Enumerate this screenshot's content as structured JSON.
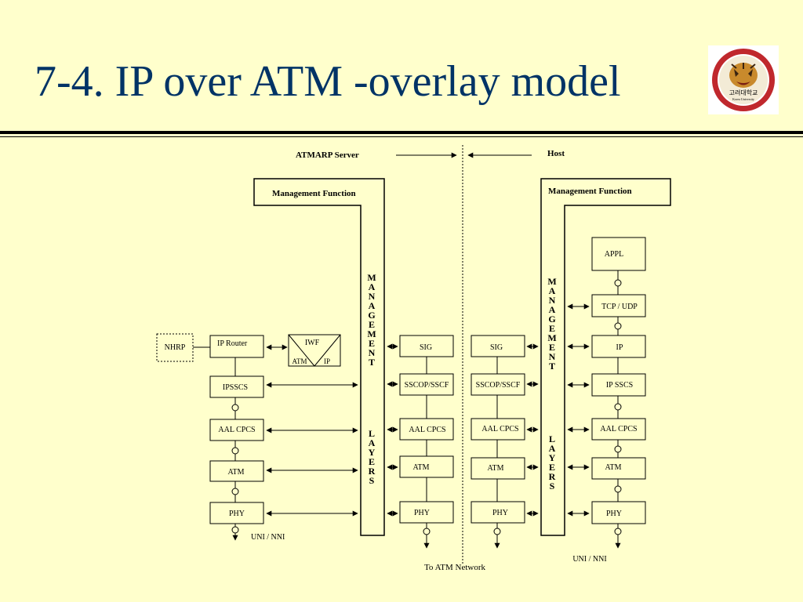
{
  "slide": {
    "title": "7-4. IP over ATM -overlay model"
  },
  "logo": {
    "name": "Korea University emblem",
    "text": "고려대학교",
    "subtext": "Korea University"
  },
  "diagram": {
    "headers": {
      "left": "ATMARP Server",
      "right": "Host"
    },
    "management": {
      "left_title": "Management Function",
      "right_title": "Management Function",
      "vertical_word_1": "MANAGEMENT",
      "vertical_word_2": "LAYERS"
    },
    "server": {
      "nhrp": "NHRP",
      "ip_router": "IP Router",
      "iwf": "IWF",
      "iwf_atm": "ATM",
      "iwf_ip": "IP",
      "ipsscs": "IPSSCS",
      "aal_cpcs": "AAL CPCS",
      "atm": "ATM",
      "phy": "PHY",
      "sig": "SIG",
      "sscop": "SSCOP/SSCF",
      "aal_cpcs_2": "AAL CPCS",
      "atm_2": "ATM",
      "phy_2": "PHY",
      "uni_nni": "UNI / NNI"
    },
    "host": {
      "sig": "SIG",
      "sscop": "SSCOP/SSCF",
      "aal_cpcs": "AAL CPCS",
      "atm": "ATM",
      "phy": "PHY",
      "appl": "APPL",
      "tcp_udp": "TCP / UDP",
      "ip": "IP",
      "ip_sscs": "IP SSCS",
      "aal_cpcs_2": "AAL CPCS",
      "atm_2": "ATM",
      "phy_2": "PHY",
      "uni_nni": "UNI / NNI"
    },
    "network_label": "To ATM Network"
  },
  "colors": {
    "background": "#FFFFCC",
    "title": "#003366",
    "logo_red": "#C0282D"
  }
}
